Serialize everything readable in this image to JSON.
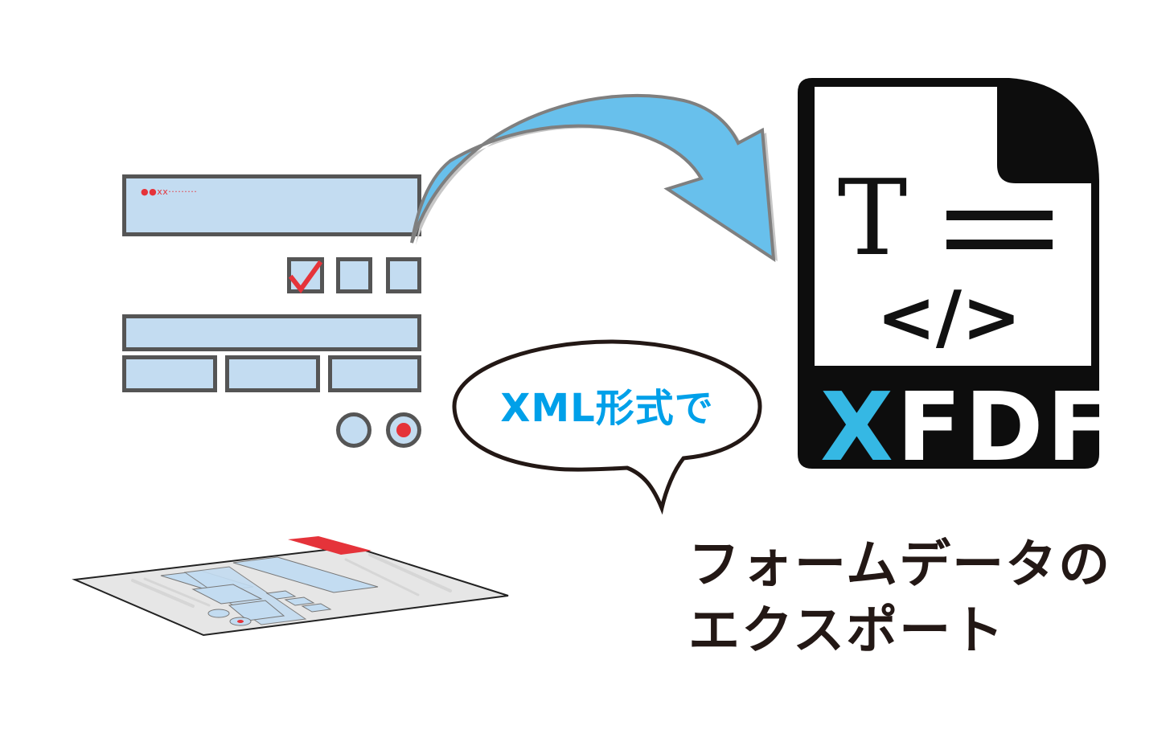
{
  "form_mockup": {
    "name_field_hint": "●●xx·········",
    "checkboxes": [
      {
        "checked": true
      },
      {
        "checked": false
      },
      {
        "checked": false
      }
    ],
    "radios": [
      {
        "selected": false
      },
      {
        "selected": true
      }
    ]
  },
  "speech_bubble": {
    "text": "XML形式で"
  },
  "file_icon": {
    "label_first": "X",
    "label_rest": "FDF",
    "glyph_text": "T",
    "glyph_code": "</>"
  },
  "caption": {
    "line1": "フォームデータの",
    "line2": "エクスポート"
  },
  "colors": {
    "field_fill": "#c3dcf1",
    "field_border": "#555555",
    "accent_red": "#e5333a",
    "arrow_blue": "#68c0ec",
    "xfdf_blue": "#35b8e4",
    "bubble_text_blue": "#00a0e9",
    "caption_text": "#231815"
  }
}
